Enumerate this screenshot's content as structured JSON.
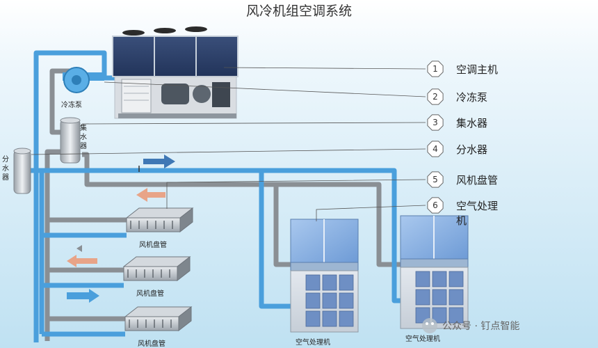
{
  "title": "风冷机组空调系统",
  "callouts": [
    {
      "num": "1",
      "label": "空调主机"
    },
    {
      "num": "2",
      "label": "冷冻泵"
    },
    {
      "num": "3",
      "label": "集水器"
    },
    {
      "num": "4",
      "label": "分水器"
    },
    {
      "num": "5",
      "label": "风机盘管"
    },
    {
      "num": "6",
      "label": "空气处理",
      "label2": "机"
    }
  ],
  "labels": {
    "pump": "冷冻泵",
    "collector": [
      "集",
      "水",
      "器"
    ],
    "distributor": [
      "分",
      "水",
      "器"
    ],
    "fcu": [
      "风机盘管",
      "风机盘管",
      "风机盘管"
    ],
    "ahu": [
      "空气处理机",
      "空气处理机"
    ]
  },
  "watermark": "公众号 · 钉点智能",
  "colors": {
    "supply_pipe": "#4a9fdc",
    "return_pipe": "#8a8f94",
    "supply_arrow": "#3f78b5",
    "return_arrow": "#e8a488"
  }
}
